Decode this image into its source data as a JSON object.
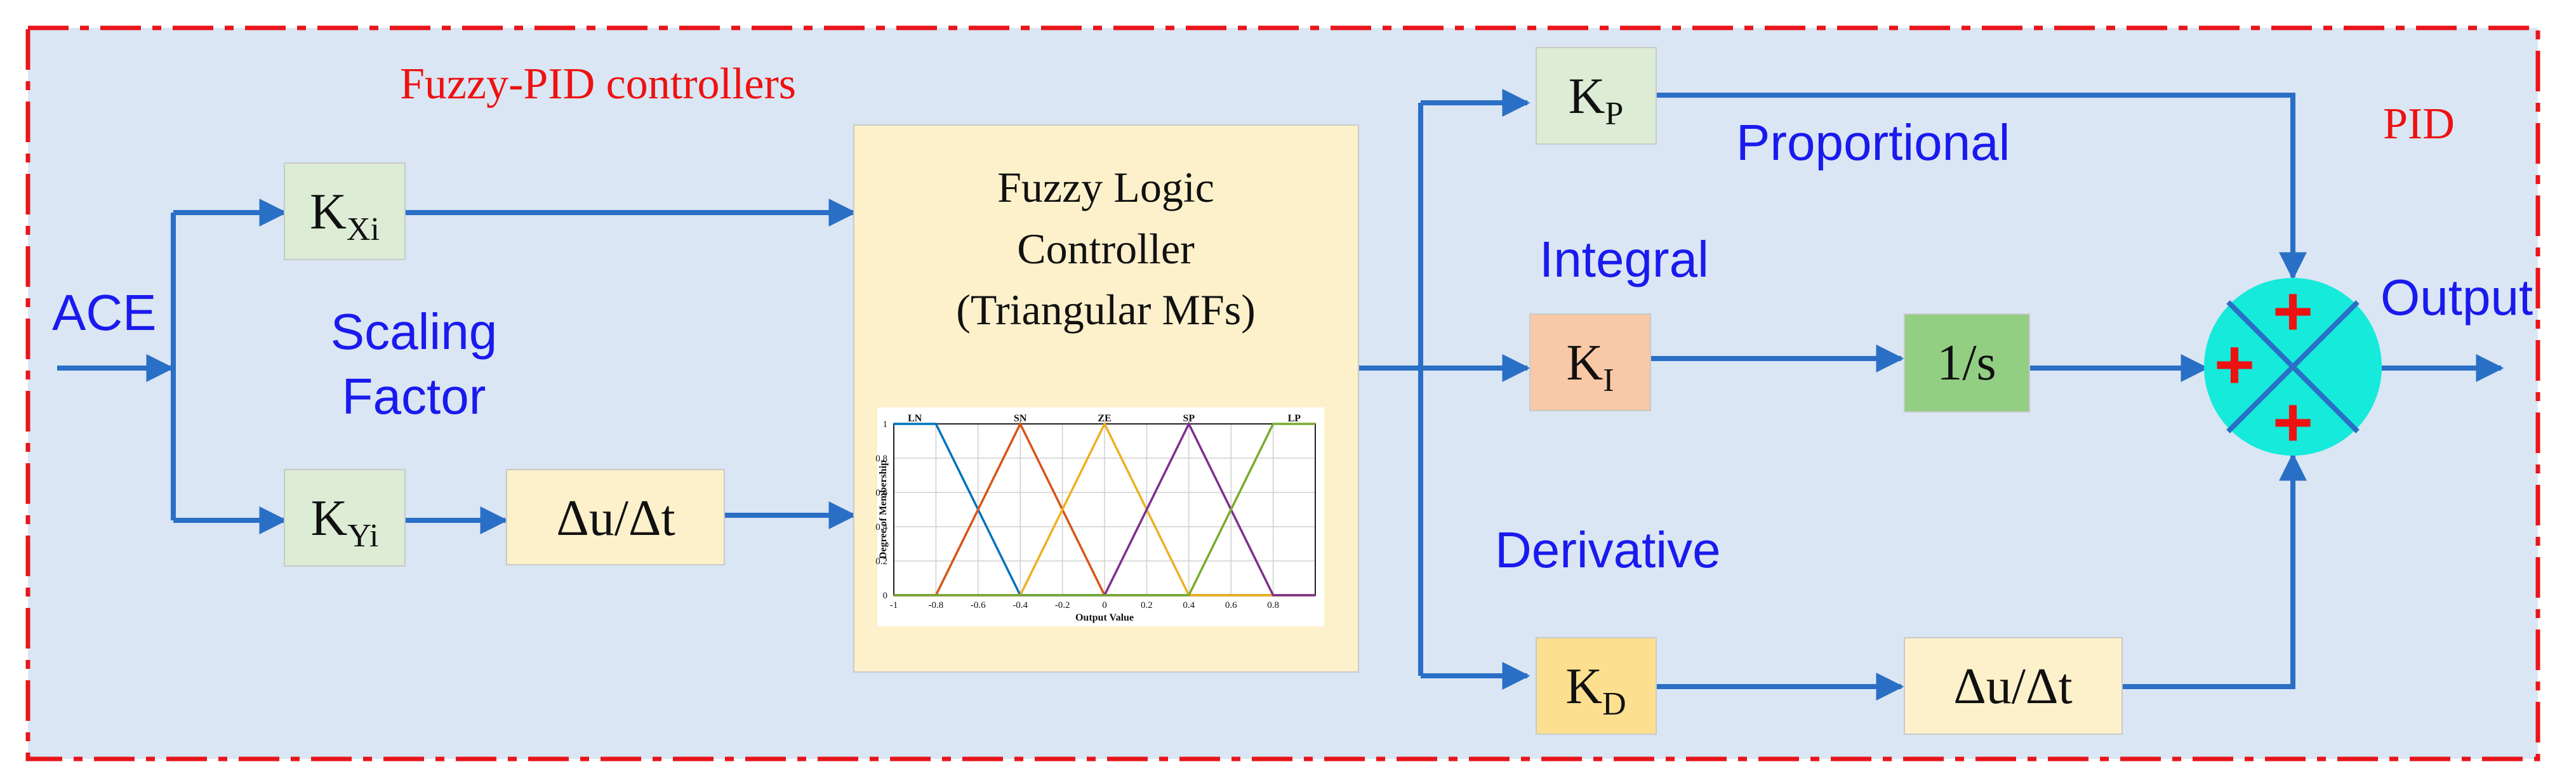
{
  "diagram": {
    "labels": {
      "fuzzy_pid": "Fuzzy-PID controllers",
      "pid": "PID",
      "ace": "ACE",
      "scaling_line1": "Scaling",
      "scaling_line2": "Factor",
      "proportional": "Proportional",
      "integral": "Integral",
      "derivative": "Derivative",
      "output": "Output"
    },
    "blocks": {
      "kxi": {
        "main": "K",
        "sub": "Xi"
      },
      "kyi": {
        "main": "K",
        "sub": "Yi"
      },
      "du_dt_1": "Δu/Δt",
      "flc": {
        "line1": "Fuzzy Logic",
        "line2": "Controller",
        "line3": "(Triangular MFs)"
      },
      "kp": {
        "main": "K",
        "sub": "P"
      },
      "ki": {
        "main": "K",
        "sub": "I"
      },
      "kd": {
        "main": "K",
        "sub": "D"
      },
      "integrator": "1/s",
      "du_dt_2": "Δu/Δt"
    },
    "summing_junction": {
      "signs": [
        "+",
        "+",
        "+"
      ]
    },
    "colors": {
      "background": "#dae6f3",
      "border": "#e8151b",
      "arrow": "#2a6fc6",
      "gain_block": "#dcecd5",
      "du_block": "#fdf1cb",
      "flc_block": "#fdf1cb",
      "ki_block": "#f9c8a6",
      "integrator_block": "#92cf83",
      "kd_block": "#fde08f",
      "sum_fill": "#15eadb"
    }
  },
  "chart_data": {
    "type": "line",
    "title": "",
    "xlabel": "Output Value",
    "ylabel": "Degree of Membership",
    "xlim": [
      -1,
      1
    ],
    "ylim": [
      0,
      1
    ],
    "xticks": [
      "-1",
      "-0.8",
      "-0.6",
      "-0.4",
      "-0.2",
      "0",
      "0.2",
      "0.4",
      "0.6",
      "0.8"
    ],
    "yticks": [
      "0",
      "0.2",
      "0.4",
      "0.6",
      "0.8",
      "1"
    ],
    "grid": true,
    "series": [
      {
        "name": "LN",
        "color": "#0072bd",
        "x": [
          -1,
          -0.8,
          -0.4,
          1
        ],
        "y": [
          1,
          1,
          0,
          0
        ]
      },
      {
        "name": "SN",
        "color": "#d95319",
        "x": [
          -1,
          -0.8,
          -0.4,
          0,
          1
        ],
        "y": [
          0,
          0,
          1,
          0,
          0
        ]
      },
      {
        "name": "ZE",
        "color": "#edb120",
        "x": [
          -1,
          -0.4,
          0,
          0.4,
          1
        ],
        "y": [
          0,
          0,
          1,
          0,
          0
        ]
      },
      {
        "name": "SP",
        "color": "#7e2f8e",
        "x": [
          -1,
          0,
          0.4,
          0.8,
          1
        ],
        "y": [
          0,
          0,
          1,
          0,
          0
        ]
      },
      {
        "name": "LP",
        "color": "#77ac30",
        "x": [
          -1,
          0.4,
          0.8,
          1
        ],
        "y": [
          0,
          0,
          1,
          1
        ]
      }
    ]
  }
}
